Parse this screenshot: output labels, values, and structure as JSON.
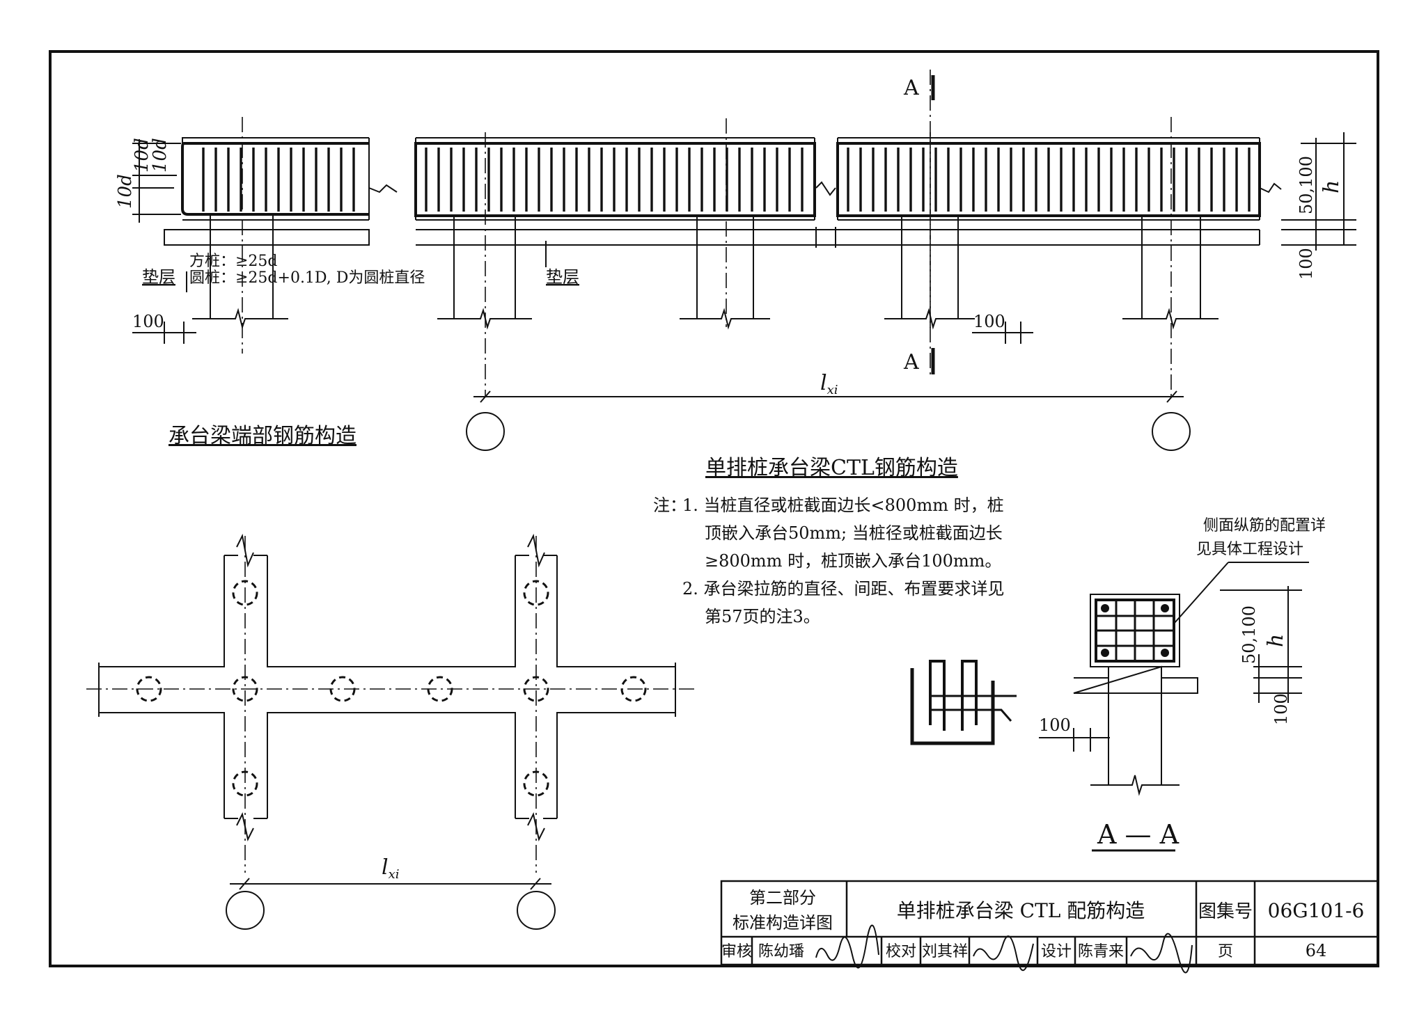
{
  "elevation": {
    "section_mark": "A",
    "span_label": "l",
    "span_sub": "xi",
    "dim_10d_top": "10d",
    "dim_10d_side_top": "10d",
    "dim_10d_side": "10d",
    "pile_square": "方桩：≥25d",
    "pile_round": "圆桩：≥25d+0.1D, D为圆桩直径",
    "cushion_left": "垫层",
    "cushion_right": "垫层",
    "dim_100_left": "100",
    "dim_100_mid": "100",
    "dim_50100": "50,100",
    "dim_h": "h",
    "dim_100_right": "100"
  },
  "end_title": "承台梁端部钢筋构造",
  "main_title": "单排桩承台梁CTL钢筋构造",
  "notes": {
    "prefix": "注：",
    "line1": "1. 当桩直径或桩截面边长<800mm 时，桩",
    "line2": "顶嵌入承台50mm; 当桩径或桩截面边长",
    "line3": "≥800mm 时，桩顶嵌入承台100mm。",
    "line4": "2. 承台梁拉筋的直径、间距、布置要求详见",
    "line5": "第57页的注3。"
  },
  "plan": {
    "span_label": "l",
    "span_sub": "xi"
  },
  "section": {
    "side_note1": "侧面纵筋的配置详",
    "side_note2": "见具体工程设计",
    "dim_50100": "50,100",
    "dim_h": "h",
    "dim_100_right": "100",
    "dim_100_left": "100",
    "title": "A — A"
  },
  "title_block": {
    "part1": "第二部分",
    "part2": "标准构造详图",
    "drawing_title": "单排桩承台梁 CTL 配筋构造",
    "atlas_label": "图集号",
    "atlas_no": "06G101-6",
    "review_label": "审核",
    "reviewer": "陈幼璠",
    "check_label": "校对",
    "checker": "刘其祥",
    "design_label": "设计",
    "designer": "陈青来",
    "page_label": "页",
    "page_no": "64"
  }
}
